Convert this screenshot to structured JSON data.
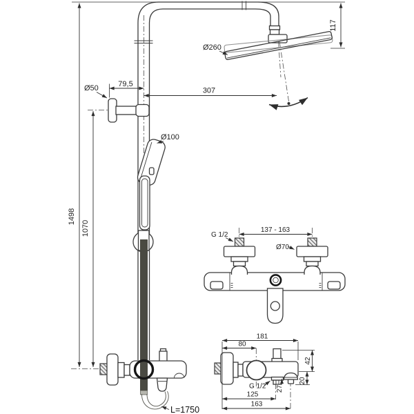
{
  "colors": {
    "background": "#ffffff",
    "line": "#3a3a3a",
    "dim_line": "#2e2e2e",
    "secondary_outline": "#919191",
    "hose": "#4a4a42",
    "hose_tip": "#b7b7af",
    "hatch_fill": "#ececec"
  },
  "main_view": {
    "dims": {
      "total_height": "1498",
      "bracket_height": "1070",
      "bracket_diameter": "Ø50",
      "bracket_offset": "79,5",
      "head_projection": "307",
      "head_diameter": "Ø260",
      "head_drop": "117",
      "handshower_diameter": "Ø100",
      "hose_length": "L=1750"
    }
  },
  "front_view": {
    "dims": {
      "inlet_thread": "G 1/2",
      "inlet_spacing": "137 - 163",
      "escutcheon_diameter": "Ø70"
    }
  },
  "side_view": {
    "dims": {
      "total_depth": "181",
      "knob_depth": "80",
      "body_height": "42",
      "outlet_thread": "G 1/2",
      "outlet_offset": "27",
      "spout_height": "20",
      "outlet_depth": "125",
      "spout_depth": "163"
    }
  }
}
